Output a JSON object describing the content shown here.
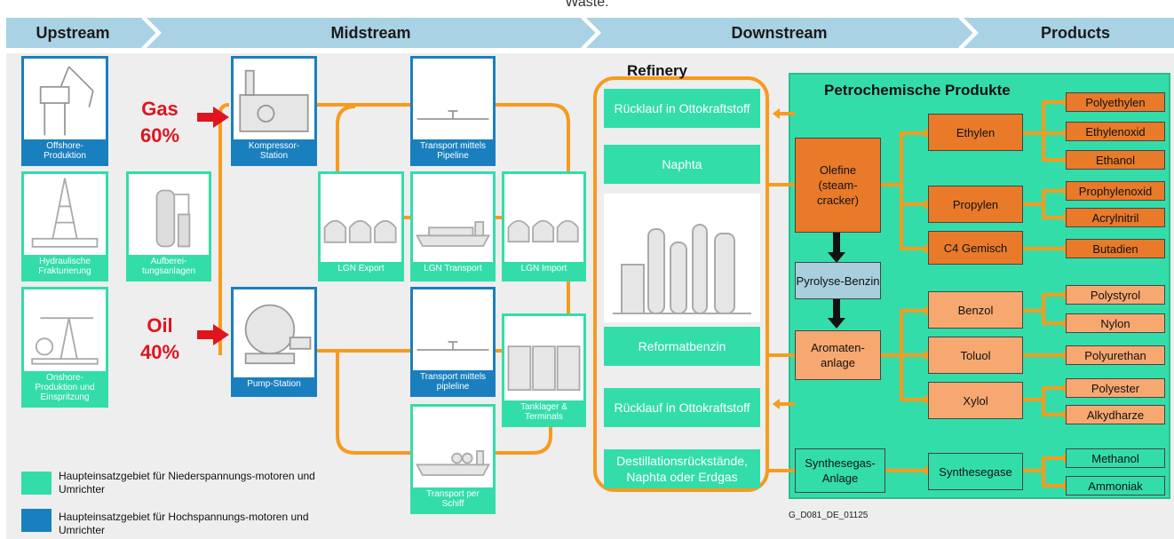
{
  "top_text": "Waste.",
  "stages": {
    "upstream": "Upstream",
    "midstream": "Midstream",
    "downstream": "Downstream",
    "products": "Products"
  },
  "upstream": {
    "offshore": "Offshore-Produktion",
    "fracking": "Hydraulische Frakturierung",
    "treatment": "Aufberei-tungsanlagen",
    "onshore": "Onshore-Produktion und Einspritzung"
  },
  "gas": {
    "label": "Gas",
    "pct": "60%"
  },
  "oil": {
    "label": "Oil",
    "pct": "40%"
  },
  "midstream": {
    "compressor": "Kompressor-Station",
    "pipeline_top": "Transport mittels Pipeline",
    "lgn_export": "LGN Export",
    "lgn_transport": "LGN Transport",
    "lgn_import": "LGN Import",
    "pump": "Pump-Station",
    "pipeline_bottom": "Transport mittels pipleline",
    "tank": "Tanklager & Terminals",
    "ship": "Transport per Schiff"
  },
  "refinery": {
    "title": "Refinery",
    "r1": "Rücklauf in Ottokraftstoff",
    "r2": "Naphta",
    "r3": "Reformatbenzin",
    "r4": "Rücklauf in Ottokraftstoff",
    "r5": "Destillationsrückstände, Naphta oder Erdgas"
  },
  "petro": {
    "title": "Petrochemische Produkte",
    "olefine": "Olefine (steam-cracker)",
    "pyrolyse": "Pyrolyse-Benzin",
    "aromaten": "Aromaten-anlage",
    "synthese_anlage": "Synthesegas-Anlage",
    "ethylen": "Ethylen",
    "propylen": "Propylen",
    "c4": "C4 Gemisch",
    "benzol": "Benzol",
    "toluol": "Toluol",
    "xylol": "Xylol",
    "synthesegase": "Synthesegase"
  },
  "products": {
    "polyethylen": "Polyethylen",
    "ethylenoxid": "Ethylenoxid",
    "ethanol": "Ethanol",
    "prophylenoxid": "Prophylenoxid",
    "acrylnitril": "Acrylnitril",
    "butadien": "Butadien",
    "polystyrol": "Polystyrol",
    "nylon": "Nylon",
    "polyurethan": "Polyurethan",
    "polyester": "Polyester",
    "alkydharze": "Alkydharze",
    "methanol": "Methanol",
    "ammoniak": "Ammoniak"
  },
  "legend": {
    "low": "Haupteinsatzgebiet für Niederspannungs-motoren und Umrichter",
    "high": "Haupteinsatzgebiet für Hochspannungs-motoren und Umrichter"
  },
  "code": "G_D081_DE_01125",
  "colors": {
    "green": "#33ddaa",
    "blue": "#1a7fbf",
    "orange_dark": "#e87a2a",
    "orange_light": "#f7a870",
    "flow": "#f79a1e",
    "red": "#e0141e",
    "header": "#a9d2e4"
  }
}
